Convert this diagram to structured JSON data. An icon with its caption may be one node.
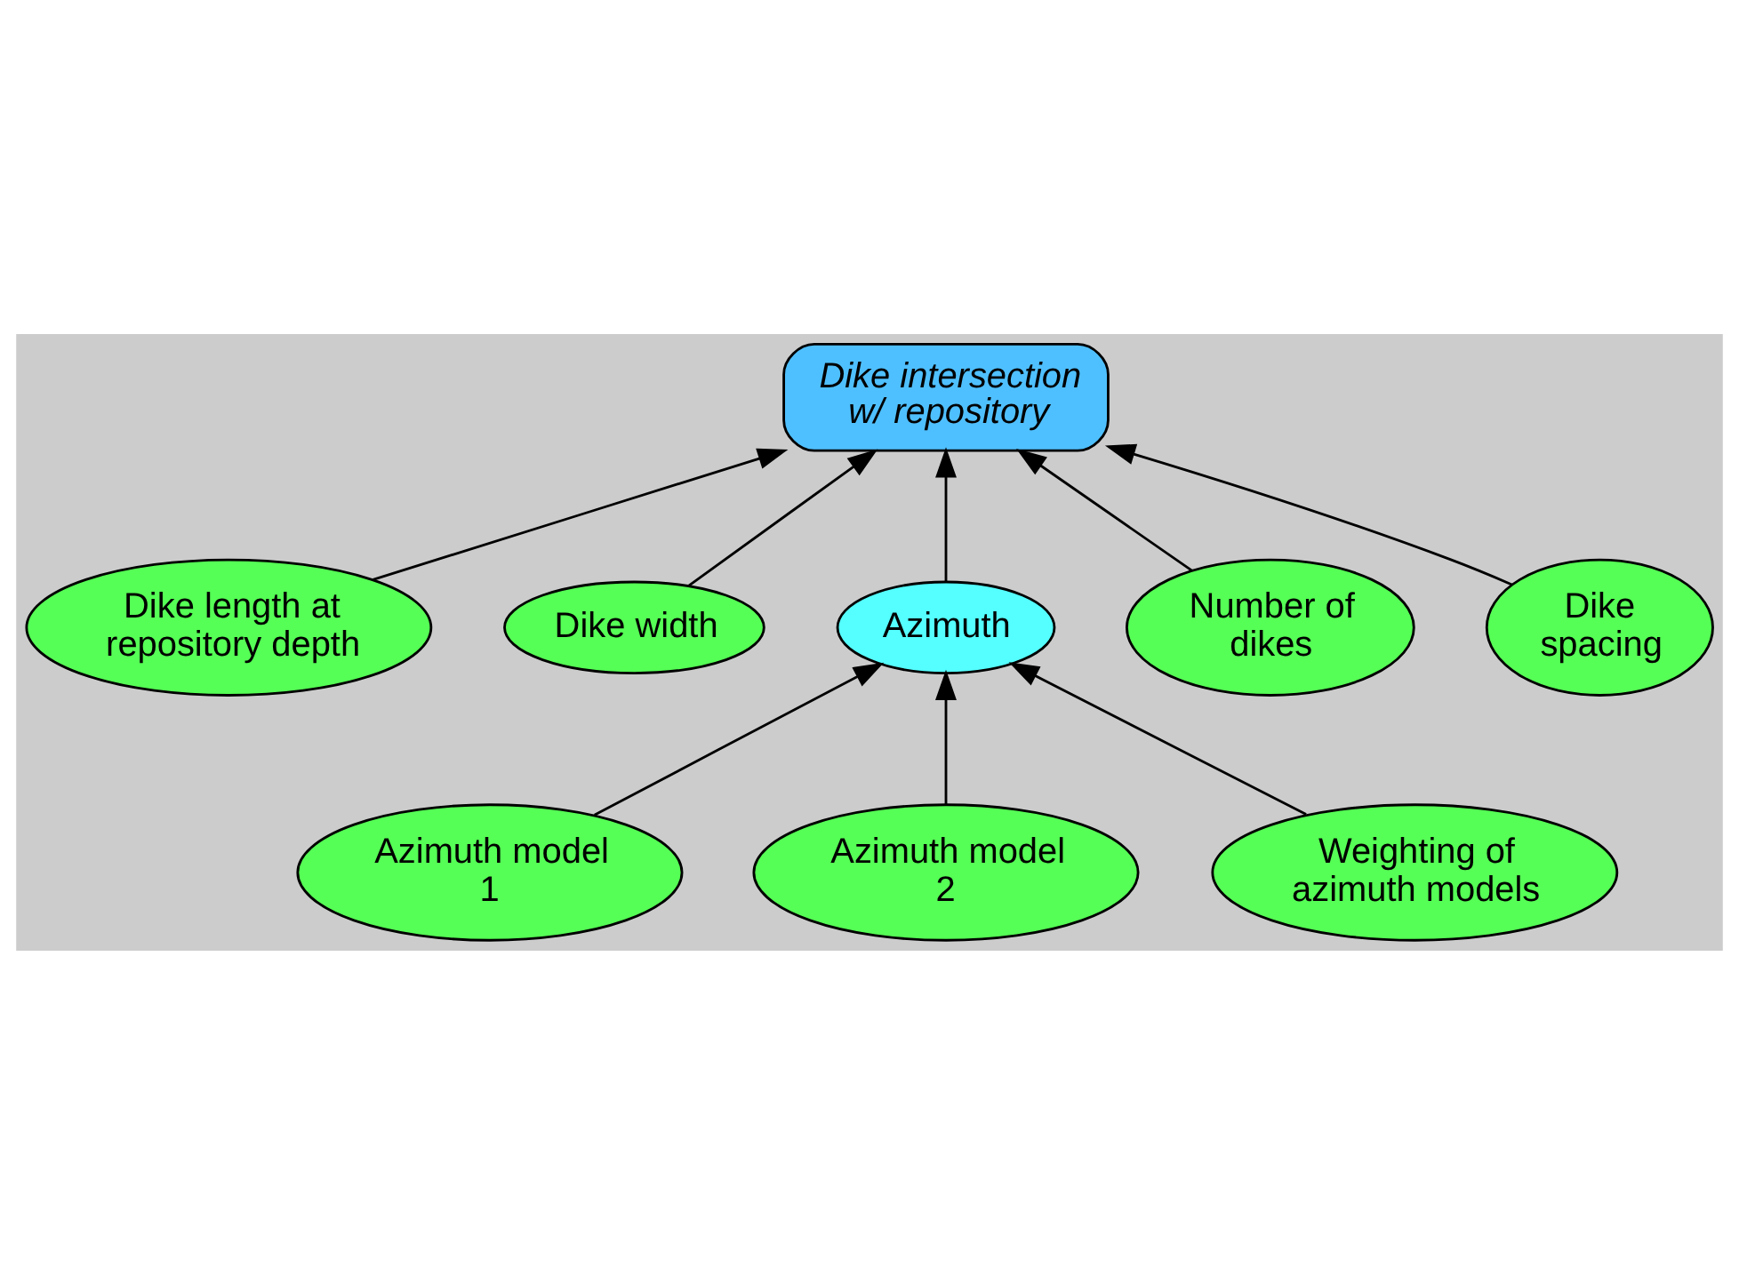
{
  "diagram": {
    "nodes": [
      {
        "text": [
          "Dike length at repository depth"
        ]
      },
      {
        "text": [
          "Dike intersection w/ repository"
        ]
      },
      {
        "text": [
          "Dike width"
        ]
      },
      {
        "text": [
          "Azimuth"
        ]
      },
      {
        "text": [
          "Number of dikes"
        ]
      },
      {
        "text": [
          "Dike spacing"
        ]
      },
      {
        "text": [
          "Azimuth model 1"
        ]
      },
      {
        "text": [
          "Azimuth model 2"
        ]
      },
      {
        "text": [
          "Weighting of azimuth models"
        ]
      }
    ],
    "edges": [
      {
        "from": 0,
        "to": 1,
        "arrow": "to"
      },
      {
        "from": 2,
        "to": 1,
        "arrow": "to"
      },
      {
        "from": 3,
        "to": 1,
        "arrow": "to"
      },
      {
        "from": 4,
        "to": 1,
        "arrow": "to"
      },
      {
        "from": 5,
        "to": 1,
        "arrow": "to"
      },
      {
        "from": 6,
        "to": 3,
        "arrow": "to"
      },
      {
        "from": 7,
        "to": 3,
        "arrow": "to"
      },
      {
        "from": 8,
        "to": 3,
        "arrow": "to"
      }
    ]
  }
}
